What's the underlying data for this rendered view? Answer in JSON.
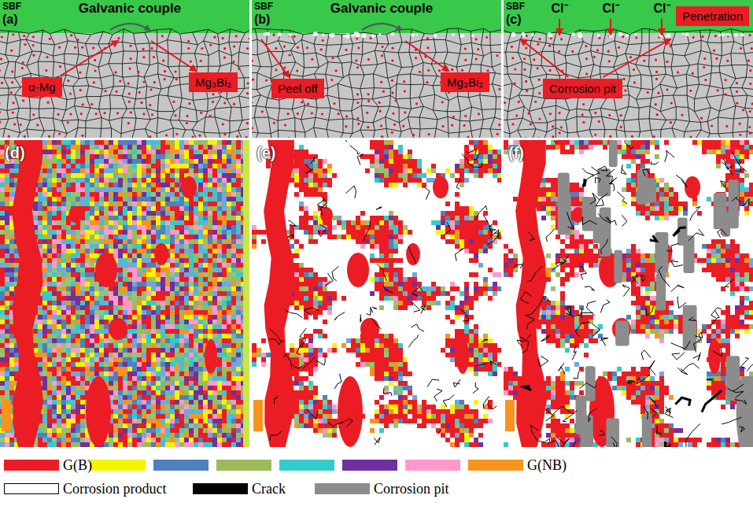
{
  "diagram": {
    "nodes": [
      {
        "text": [
          "α-Mg"
        ]
      },
      {
        "text": [
          "Mg₃Bi₂"
        ]
      },
      {
        "text": [
          "Peel off"
        ]
      },
      {
        "text": [
          "Mg₃Bi₂"
        ]
      },
      {
        "text": [
          "Penetration"
        ]
      },
      {
        "text": [
          "Corrosion pit"
        ]
      }
    ],
    "labels": [
      "SBF",
      "(a)",
      "Galvanic couple",
      "SBF",
      "(b)",
      "Galvanic couple",
      "SBF",
      "(c)",
      "Cl⁻",
      "Cl⁻",
      "Cl⁻",
      "(d)",
      "(e)",
      "(f)"
    ],
    "legend": [
      {
        "text": "G(B)",
        "color": "#ec1c24"
      },
      {
        "text": "G(NB)",
        "color": "#f7941d"
      },
      {
        "text": "Corrosion product",
        "color": "#ffffff"
      },
      {
        "text": "Crack",
        "color": "#000000"
      },
      {
        "text": "Corrosion pit",
        "color": "#8c8c8c"
      }
    ]
  }
}
